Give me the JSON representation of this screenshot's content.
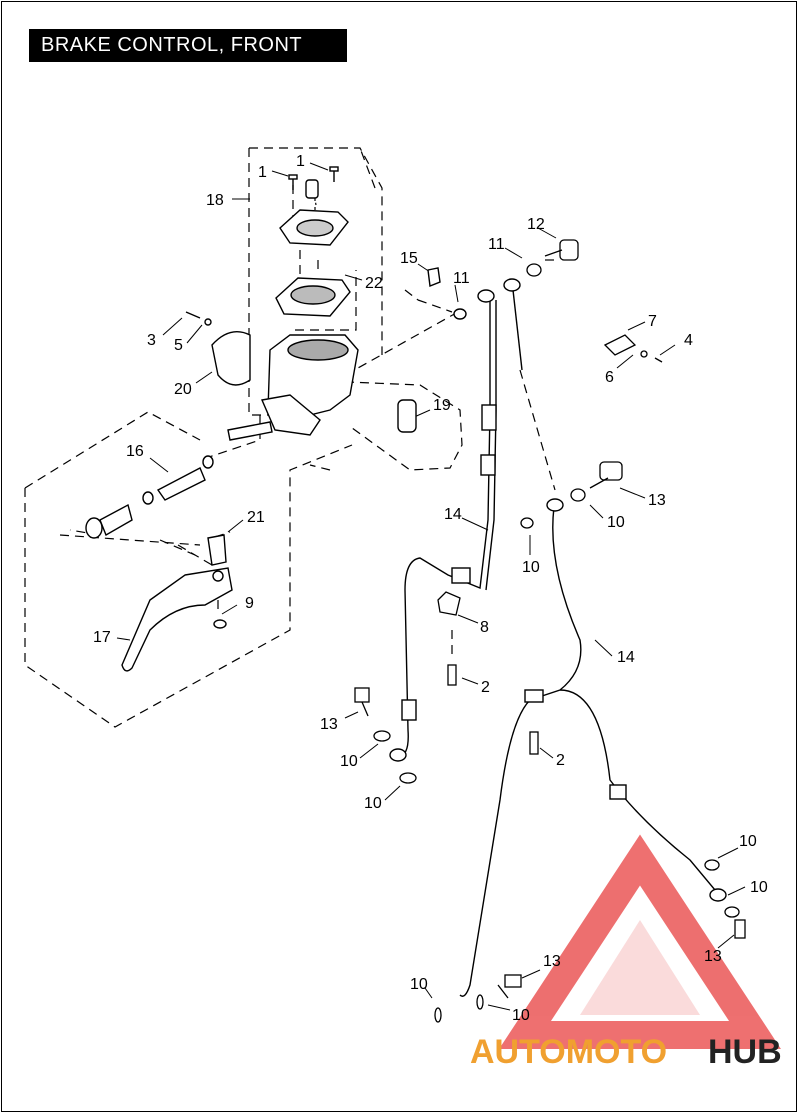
{
  "title": "BRAKE CONTROL, FRONT",
  "callouts": [
    "1",
    "1",
    "18",
    "22",
    "12",
    "11",
    "15",
    "11",
    "3",
    "5",
    "20",
    "7",
    "4",
    "6",
    "19",
    "16",
    "13",
    "10",
    "10",
    "21",
    "14",
    "9",
    "17",
    "8",
    "14",
    "2",
    "13",
    "10",
    "2",
    "10",
    "10",
    "10",
    "13",
    "13",
    "10",
    "10"
  ],
  "watermark": {
    "part1": "AUTOMOTO",
    "part2": "HUB",
    "color1": "#f0a030",
    "color2": "#222222",
    "logo_color": "#e84040"
  },
  "colors": {
    "line": "#000000",
    "background": "#ffffff",
    "title_bg": "#000000",
    "title_fg": "#ffffff"
  }
}
